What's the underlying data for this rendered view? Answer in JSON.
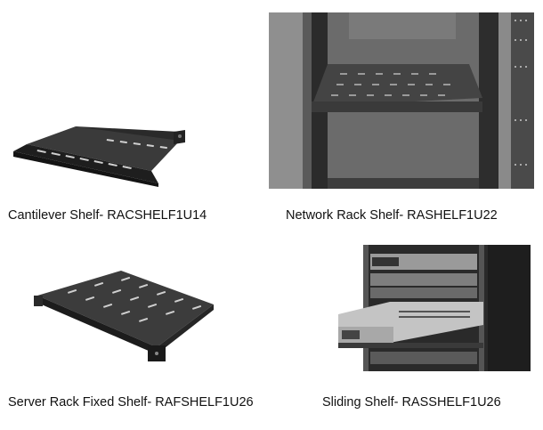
{
  "products": [
    {
      "caption": "Cantilever Shelf- RACSHELF1U14",
      "image_icon": "cantilever-shelf-image"
    },
    {
      "caption": "Network Rack Shelf- RASHELF1U22",
      "image_icon": "network-rack-shelf-image"
    },
    {
      "caption": "Server Rack Fixed Shelf- RAFSHELF1U26",
      "image_icon": "fixed-shelf-image"
    },
    {
      "caption": "Sliding Shelf- RASSHELF1U26",
      "image_icon": "sliding-shelf-image"
    }
  ]
}
